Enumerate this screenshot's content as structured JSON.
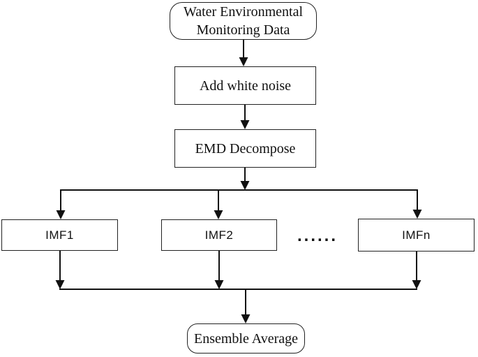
{
  "flowchart": {
    "nodes": {
      "source": {
        "label": "Water Environmental Monitoring Data"
      },
      "noise": {
        "label": "Add white noise"
      },
      "emd": {
        "label": "EMD Decompose"
      },
      "imf1": {
        "label": "IMF1"
      },
      "imf2": {
        "label": "IMF2"
      },
      "dots": {
        "label": "......"
      },
      "imfn": {
        "label": "IMFn"
      },
      "ensemble": {
        "label": "Ensemble Average"
      }
    },
    "colors": {
      "ink": "#111111",
      "background": "#ffffff"
    }
  }
}
